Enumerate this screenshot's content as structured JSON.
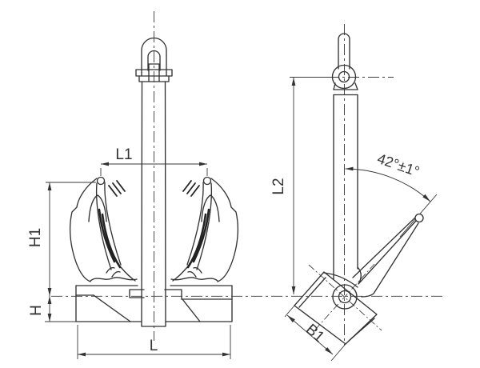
{
  "drawing": {
    "background": "#ffffff",
    "line_color": "#333333",
    "subject": "stockless-anchor-two-view-drawing",
    "views": {
      "front": {
        "label_l1": "L1",
        "label_h1": "H1",
        "label_h": "H",
        "label_l": "L"
      },
      "side": {
        "label_l2": "L2",
        "label_b1": "B1",
        "label_angle": "42°±1°"
      }
    }
  }
}
